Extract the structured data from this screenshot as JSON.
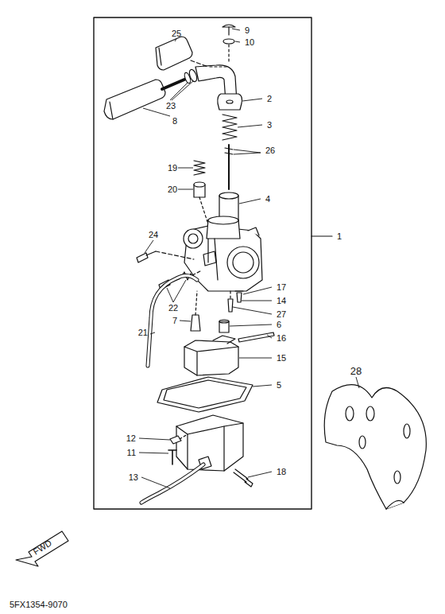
{
  "diagram": {
    "labels": [
      "25",
      "9",
      "10",
      "2",
      "3",
      "23",
      "8",
      "26",
      "19",
      "20",
      "4",
      "24",
      "1",
      "17",
      "14",
      "22",
      "27",
      "7",
      "6",
      "16",
      "21",
      "15",
      "5",
      "28",
      "12",
      "11",
      "13",
      "18",
      "FWD",
      "5FX1354-9070"
    ]
  }
}
